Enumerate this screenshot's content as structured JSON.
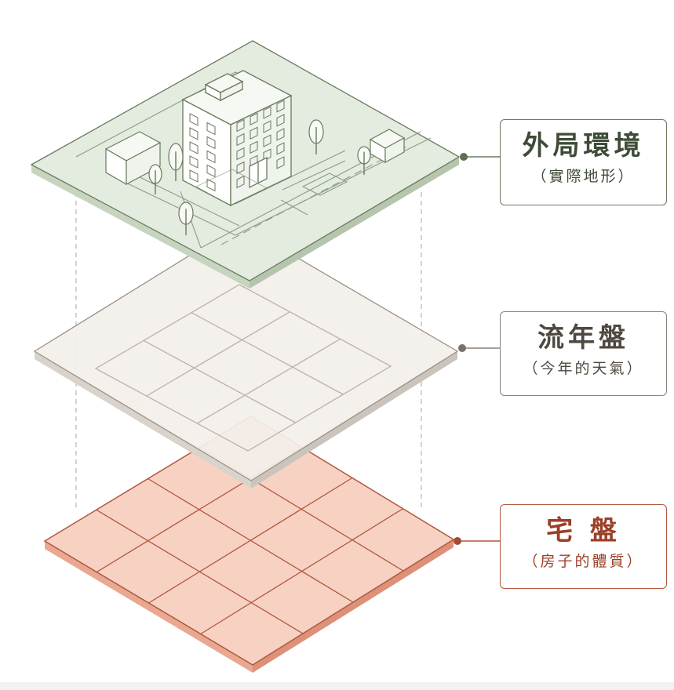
{
  "layers": {
    "environment": {
      "title": "外局環境",
      "subtitle": "（實際地形）"
    },
    "annual": {
      "title": "流年盤",
      "subtitle": "（今年的天氣）"
    },
    "house": {
      "title": "宅 盤",
      "subtitle": "（房子的體質）"
    }
  },
  "colors": {
    "environment_fill": "#e3ecdf",
    "environment_line": "#6b7a5f",
    "annual_fill": "#f3efea",
    "annual_line": "#9a9189",
    "house_fill": "#f7d2c3",
    "house_line": "#b2573f"
  },
  "icons": {
    "building": "office-building-icon",
    "small_buildings": "cube-building-icon",
    "trees": "tree-icon"
  }
}
